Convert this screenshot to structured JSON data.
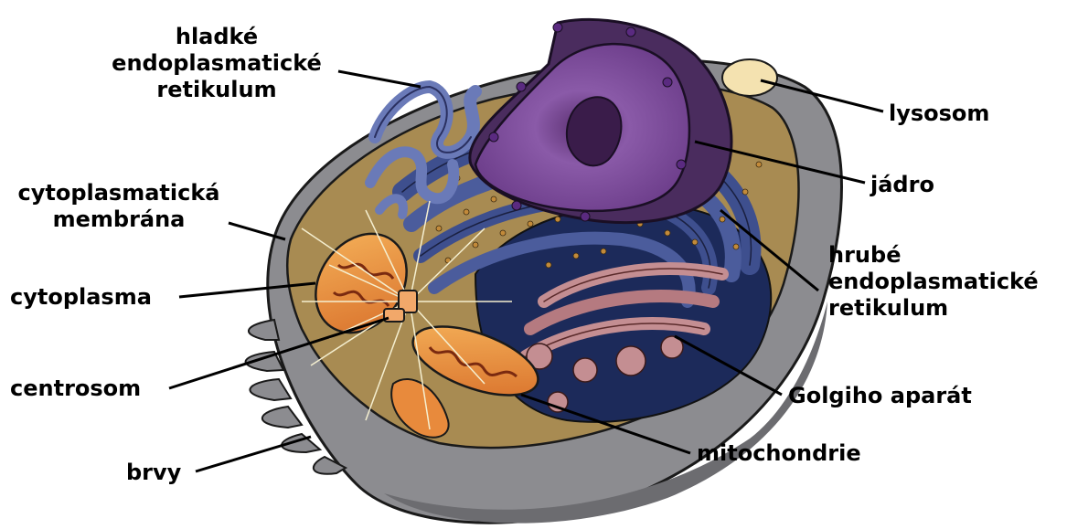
{
  "labels": {
    "smooth_er": [
      "hladké",
      "endoplasmatické",
      "retikulum"
    ],
    "membrane": [
      "cytoplasmatická",
      "membrána"
    ],
    "cytoplasm": "cytoplasma",
    "centrosome": "centrosom",
    "cilia": "brvy",
    "lysosome": "lysosom",
    "nucleus": "jádro",
    "rough_er": [
      "hrubé",
      "endoplasmatické",
      "retikulum"
    ],
    "golgi": "Golgiho aparát",
    "mitochondria": "mitochondrie"
  },
  "colors": {
    "membrane_outer": "#8c8c90",
    "cytoplasm": "#a88b52",
    "nucleus": "#7a4a96",
    "nucleolus": "#3a1c4a",
    "er": "#3e4f8e",
    "golgi": "#c48e92",
    "mitochondria": "#e88a3c",
    "lysosome": "#f4e2b0"
  }
}
